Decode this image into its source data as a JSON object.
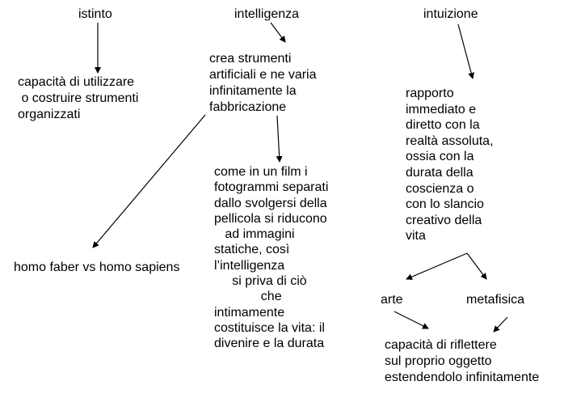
{
  "headings": {
    "istinto": "istinto",
    "intelligenza": "intelligenza",
    "intuizione": "intuizione"
  },
  "istinto_desc": [
    "capacità di utilizzare",
    " o costruire strumenti",
    "organizzati"
  ],
  "intelligenza_desc": [
    "crea strumenti",
    "artificiali e ne varia",
    "infinitamente la",
    "fabbricazione"
  ],
  "homo": "homo faber vs homo sapiens",
  "film": [
    "come in un film i",
    "fotogrammi separati",
    "dallo svolgersi della",
    "pellicola si riducono",
    "   ad immagini",
    "statiche, così",
    "l’intelligenza",
    "     si priva di ciò",
    "             che",
    "intimamente",
    "costituisce la vita: il",
    "divenire e la durata"
  ],
  "intuizione_desc": [
    "rapporto",
    "immediato e",
    "diretto con la",
    "realtà assoluta,",
    "ossia con la",
    "durata della",
    "coscienza o",
    "con lo slancio",
    "creativo della",
    "vita"
  ],
  "arte": "arte",
  "metafisica": "metafisica",
  "riflettere": [
    "capacità di riflettere",
    "sul proprio oggetto",
    "estendendolo infinitamente"
  ]
}
